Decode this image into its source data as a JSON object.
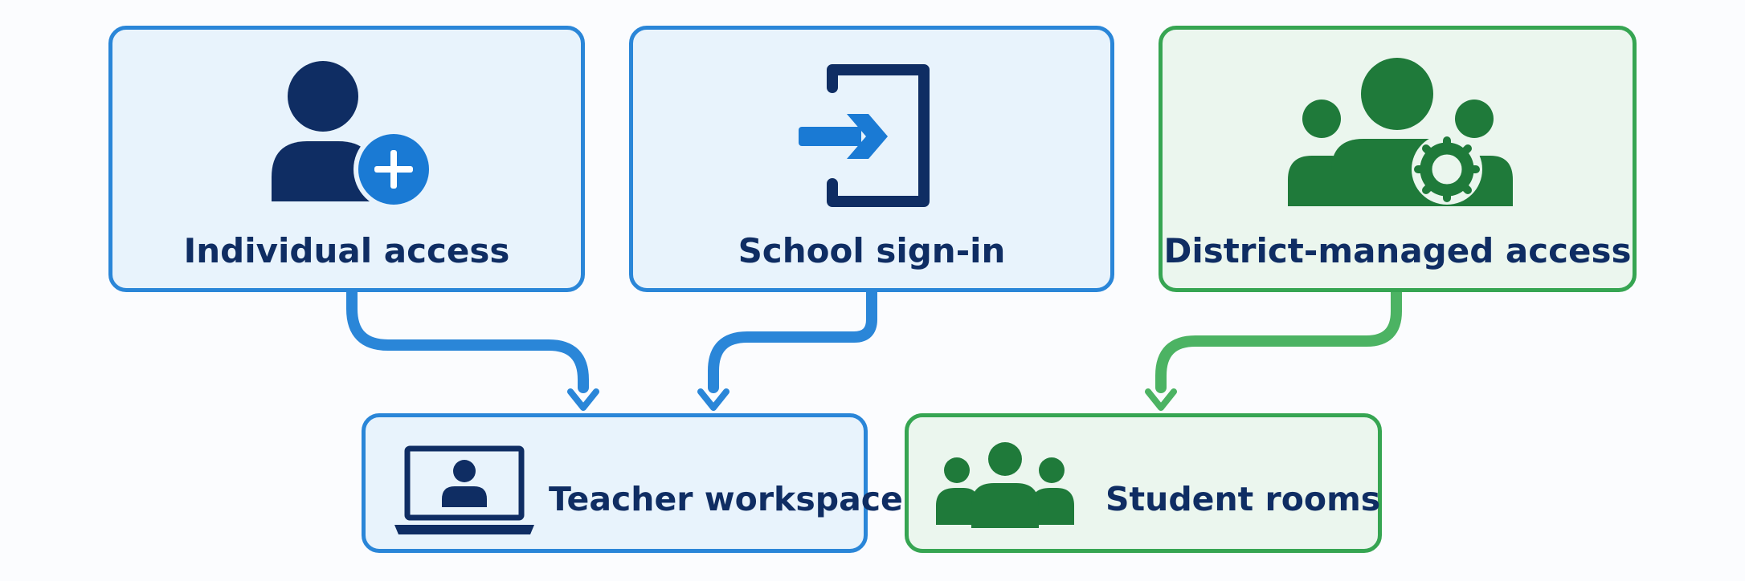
{
  "colors": {
    "blue_border": "#2a86d8",
    "blue_fill": "#e8f3fc",
    "green_border": "#36a552",
    "green_fill": "#ebf6ee",
    "navy": "#0f2d63",
    "label_text": "#0f2d63",
    "green_icon": "#1f7a3a"
  },
  "nodes": {
    "individual_access": {
      "label": "Individual access",
      "icon": "user-add-icon"
    },
    "school_sign_in": {
      "label": "School sign-in",
      "icon": "sign-in-icon"
    },
    "district_managed_access": {
      "label": "District-managed access",
      "icon": "users-settings-icon"
    },
    "teacher_workspace": {
      "label": "Teacher workspace",
      "icon": "laptop-user-icon"
    },
    "student_rooms": {
      "label": "Student rooms",
      "icon": "user-group-icon"
    }
  },
  "edges": [
    {
      "from": "Individual access",
      "to": "Teacher workspace"
    },
    {
      "from": "School sign-in",
      "to": "Teacher workspace"
    },
    {
      "from": "District-managed access",
      "to": "Student rooms"
    }
  ]
}
